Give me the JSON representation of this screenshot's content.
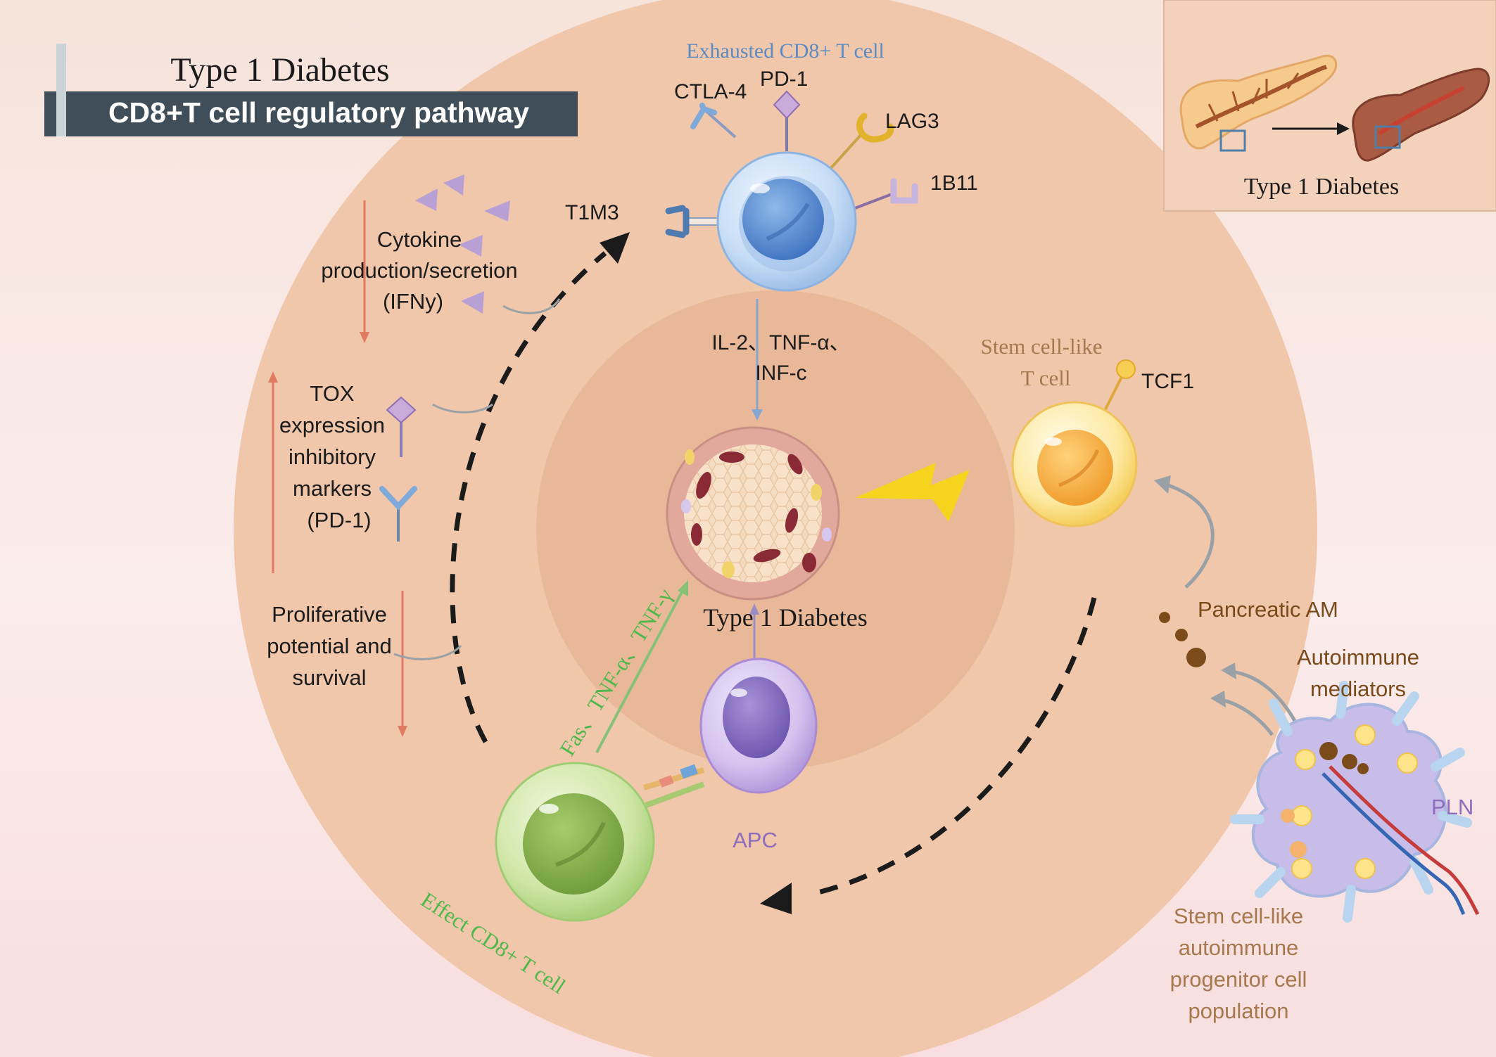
{
  "header": {
    "title": "Type 1 Diabetes",
    "subtitle": "CD8+T cell regulatory pathway"
  },
  "inset": {
    "label": "Type 1 Diabetes"
  },
  "exhausted": {
    "title": "Exhausted CD8+ T cell",
    "markers": {
      "ctla4": "CTLA-4",
      "pd1": "PD-1",
      "lag3": "LAG3",
      "b11": "1B11",
      "t1m3": "T1M3"
    }
  },
  "cytokines": {
    "il2_line1": "IL-2、TNF-α、",
    "il2_line2": "INF-c"
  },
  "islet": {
    "label": "Type 1 Diabetes"
  },
  "stem": {
    "title_line1": "Stem cell-like",
    "title_line2": "T cell",
    "tcf1": "TCF1"
  },
  "left_panel": {
    "cytokine_line1": "Cytokine",
    "cytokine_line2": "production/secretion",
    "cytokine_line3": "(IFNy)",
    "tox_line1": "TOX",
    "tox_line2": "expression",
    "tox_line3": "inhibitory",
    "tox_line4": "markers",
    "tox_line5": "(PD-1)",
    "prolif_line1": "Proliferative",
    "prolif_line2": "potential and",
    "prolif_line3": "survival"
  },
  "effector": {
    "label": "Effect CD8+ T cell",
    "fas_label": "Fas、TNF-α、TNF-γ"
  },
  "apc": {
    "label": "APC"
  },
  "pln_panel": {
    "pancreatic_am": "Pancreatic AM",
    "mediators_line1": "Autoimmune",
    "mediators_line2": "mediators",
    "pln": "PLN",
    "progenitor_line1": "Stem cell-like",
    "progenitor_line2": "autoimmune",
    "progenitor_line3": "progenitor cell",
    "progenitor_line4": "population"
  },
  "colors": {
    "outer_ring": "#f0c7ab",
    "inner_ring": "#e9b898",
    "blue_text": "#5b8bc3",
    "green_text": "#4fb84a",
    "brown_text": "#7a4a1a",
    "tan_text": "#a7784d",
    "purple_text": "#8d6bbd",
    "down_arrow": "#e07b62"
  }
}
